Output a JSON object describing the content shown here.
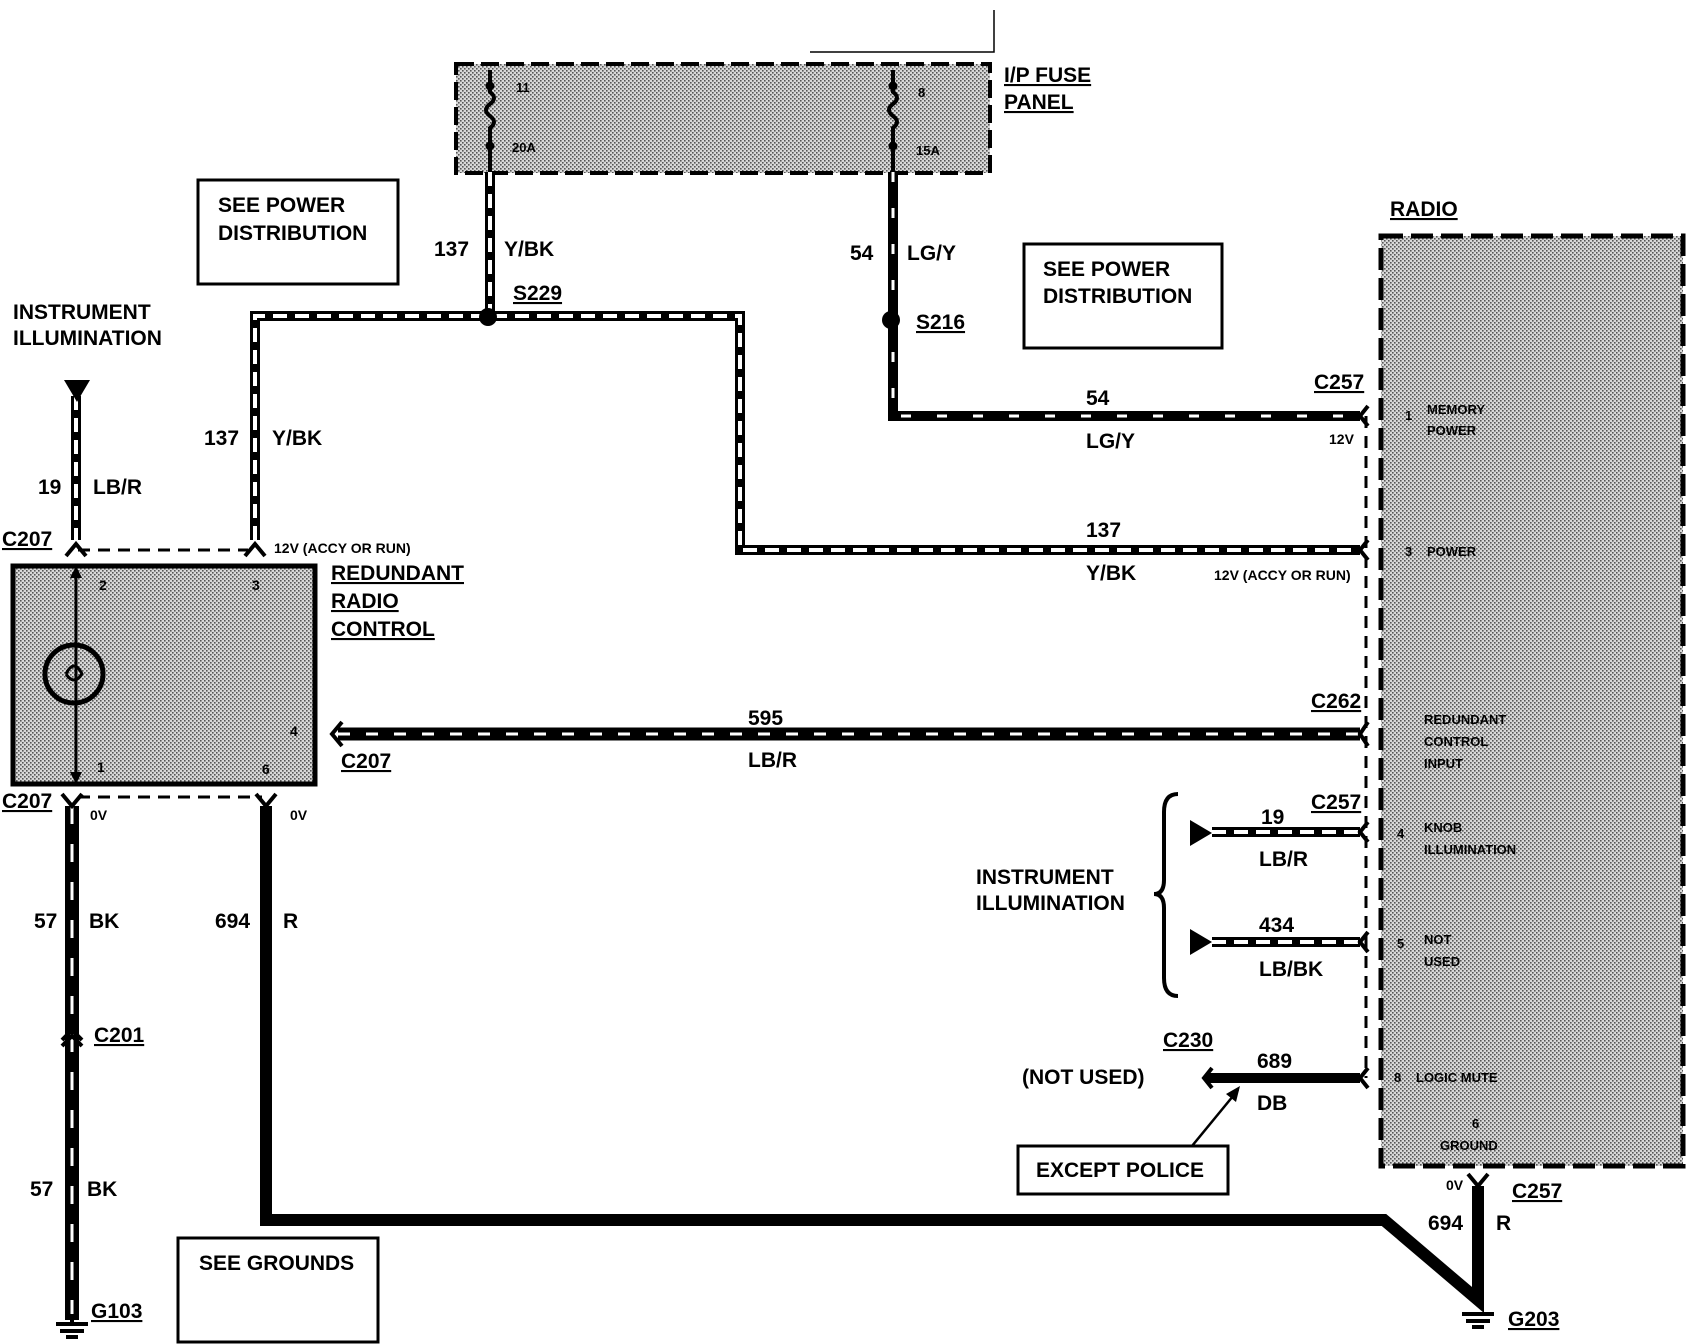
{
  "fuse_panel": {
    "title_line1": "I/P FUSE",
    "title_line2": "PANEL",
    "fuse_left_number": "11",
    "fuse_left_rating": "20A",
    "fuse_right_number": "8",
    "fuse_right_rating": "15A"
  },
  "boxes": {
    "power_distribution_left_line1": "SEE POWER",
    "power_distribution_left_line2": "DISTRIBUTION",
    "power_distribution_right_line1": "SEE POWER",
    "power_distribution_right_line2": "DISTRIBUTION",
    "grounds": "SEE GROUNDS",
    "except_police": "EXCEPT POLICE"
  },
  "labels": {
    "instrument_illumination_line1": "INSTRUMENT",
    "instrument_illumination_line2": "ILLUMINATION",
    "not_used": "(NOT USED)",
    "accy_run_left": "12V (ACCY OR RUN)",
    "accy_run_right": "12V (ACCY OR RUN)",
    "memory_voltage": "12V",
    "zero_v": "0V"
  },
  "redundant_control": {
    "title_line1": "REDUNDANT",
    "title_line2": "RADIO",
    "title_line3": "CONTROL",
    "pins": [
      "2",
      "3",
      "4",
      "1",
      "6"
    ]
  },
  "radio": {
    "title": "RADIO",
    "pins": [
      {
        "num": "1",
        "line1": "MEMORY",
        "line2": "POWER",
        "line3": ""
      },
      {
        "num": "3",
        "line1": "POWER",
        "line2": "",
        "line3": ""
      },
      {
        "num": "",
        "line1": "REDUNDANT",
        "line2": "CONTROL",
        "line3": "INPUT"
      },
      {
        "num": "4",
        "line1": "KNOB",
        "line2": "ILLUMINATION",
        "line3": ""
      },
      {
        "num": "5",
        "line1": "NOT",
        "line2": "USED",
        "line3": ""
      },
      {
        "num": "8",
        "line1": "LOGIC MUTE",
        "line2": "",
        "line3": ""
      },
      {
        "num": "6",
        "line1": "GROUND",
        "line2": "",
        "line3": ""
      }
    ]
  },
  "connectors": {
    "c207_top": "C207",
    "c207_mid": "C207",
    "c207_bottom": "C207",
    "c257_memory": "C257",
    "c262": "C262",
    "c257_knob": "C257",
    "c230": "C230",
    "c257_ground": "C257",
    "c201": "C201",
    "s229": "S229",
    "s216": "S216",
    "g103": "G103",
    "g203": "G203"
  },
  "wires": {
    "w137_top": {
      "num": "137",
      "color": "Y/BK"
    },
    "w54_top": {
      "num": "54",
      "color": "LG/Y"
    },
    "w137_left": {
      "num": "137",
      "color": "Y/BK"
    },
    "w19_left": {
      "num": "19",
      "color": "LB/R"
    },
    "w54_memory": {
      "num": "54",
      "color": "LG/Y"
    },
    "w137_power": {
      "num": "137",
      "color": "Y/BK"
    },
    "w595": {
      "num": "595",
      "color": "LB/R"
    },
    "w19_knob": {
      "num": "19",
      "color": "LB/R"
    },
    "w434": {
      "num": "434",
      "color": "LB/BK"
    },
    "w689": {
      "num": "689",
      "color": "DB"
    },
    "w57_upper": {
      "num": "57",
      "color": "BK"
    },
    "w57_lower": {
      "num": "57",
      "color": "BK"
    },
    "w694_left": {
      "num": "694",
      "color": "R"
    },
    "w694_right": {
      "num": "694",
      "color": "R"
    }
  }
}
